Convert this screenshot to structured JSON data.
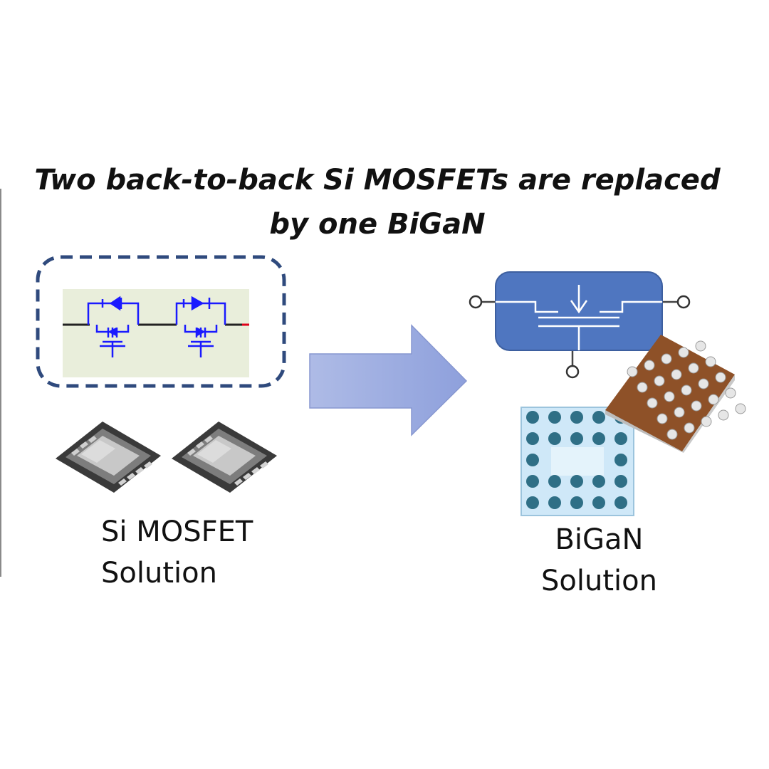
{
  "headline": {
    "line1": "Two back-to-back Si MOSFETs are replaced",
    "line2": "by one BiGaN"
  },
  "left_caption": {
    "line1": "Si MOSFET",
    "line2": "Solution"
  },
  "right_caption": {
    "line1": "BiGaN",
    "line2": "Solution"
  },
  "colors": {
    "circuit_blue": "#1a1aff",
    "dashed_border": "#2f4a7d",
    "schematic_bg": "#e9eedb",
    "arrow_fill": "#9eaedf",
    "bigan_box": "#4f76c0",
    "chip_copper": "#8e5128",
    "chip_pad": "#2f6f86",
    "chip_blue_bg": "#cfe8f8"
  },
  "icons": [
    "back-to-back-mosfet-schematic",
    "mosfet-package-icon",
    "right-arrow",
    "bigan-symbol",
    "bigan-chip-top-icon",
    "bigan-chip-iso-icon"
  ]
}
